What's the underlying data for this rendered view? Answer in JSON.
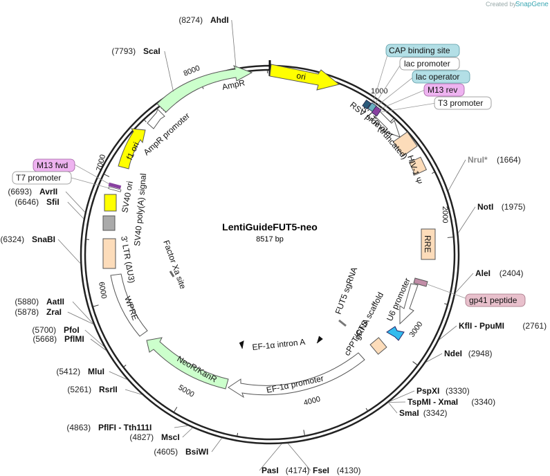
{
  "plasmid": {
    "name": "LentiGuideFUT5-neo",
    "size": "8517 bp"
  },
  "credit": {
    "prefix": "Created by",
    "brand": "SnapGene"
  },
  "ticks": [
    "1000",
    "2000",
    "3000",
    "4000",
    "5000",
    "6000",
    "7000",
    "8000"
  ],
  "sites": [
    {
      "pos": "(8274)",
      "name": "AhdI"
    },
    {
      "pos": "(7793)",
      "name": "ScaI"
    },
    {
      "pos": "(1664)",
      "name": "NruI*"
    },
    {
      "pos": "(1975)",
      "name": "NotI"
    },
    {
      "pos": "(2404)",
      "name": "AleI"
    },
    {
      "pos": "(2761)",
      "name": "KflI - PpuMI"
    },
    {
      "pos": "(2948)",
      "name": "NdeI"
    },
    {
      "pos": "(3330)",
      "name": "PspXI"
    },
    {
      "pos": "(3340)",
      "name": "TspMI - XmaI"
    },
    {
      "pos": "(3342)",
      "name": "SmaI"
    },
    {
      "pos": "(4130)",
      "name": "FseI"
    },
    {
      "pos": "(4174)",
      "name": "PasI"
    },
    {
      "pos": "(4605)",
      "name": "BsiWI"
    },
    {
      "pos": "(4827)",
      "name": "MscI"
    },
    {
      "pos": "(4863)",
      "name": "PflFI - Tth111I"
    },
    {
      "pos": "(5261)",
      "name": "RsrII"
    },
    {
      "pos": "(5412)",
      "name": "MluI"
    },
    {
      "pos": "(5668)",
      "name": "PflMI"
    },
    {
      "pos": "(5700)",
      "name": "PfoI"
    },
    {
      "pos": "(5878)",
      "name": "ZraI"
    },
    {
      "pos": "(5880)",
      "name": "AatII"
    },
    {
      "pos": "(6324)",
      "name": "SnaBI"
    },
    {
      "pos": "(6646)",
      "name": "SfiI"
    },
    {
      "pos": "(6693)",
      "name": "AvrII"
    }
  ],
  "boxed_labels": {
    "cap": "CAP binding site",
    "lac_promoter": "lac promoter",
    "lac_operator": "lac operator",
    "m13_rev": "M13 rev",
    "t3": "T3 promoter",
    "gp41": "gp41 peptide",
    "m13_fwd": "M13 fwd",
    "t7": "T7 promoter"
  },
  "features": {
    "ori": "ori",
    "ampr": "AmpR",
    "ampr_promoter": "AmpR promoter",
    "f1_ori": "f1 ori",
    "rsv_promoter": "RSV promoter",
    "ltr5": "5' LTR (truncated)",
    "hiv_psi": "HIV-1 Ψ",
    "rre": "RRE",
    "u6": "U6 promoter",
    "grna": "gRNA scaffold",
    "sgrna": "FUT5 sgRNA",
    "cppt": "cPPT/CTS",
    "ef1a_intron": "EF-1α intron A",
    "ef1a_promoter": "EF-1α promoter",
    "neor": "NeoR/KanR",
    "wpre": "WPRE",
    "ltr3": "3' LTR (ΔU3)",
    "factor_xa": "Factor Xa site",
    "sv40_polya": "SV40 poly(A) signal",
    "sv40_ori": "SV40 ori"
  },
  "colors": {
    "ori": "#ffff00",
    "ampr": "#ccffcc",
    "ampr_promoter": "#ffffff",
    "f1_ori": "#ffff00",
    "ltr": "#fcdcba",
    "hiv_psi": "#fcdcba",
    "rre": "#fcdcba",
    "u6": "#ffffff",
    "grna": "#33bbee",
    "cppt": "#fcdcba",
    "neor": "#ccffcc",
    "wpre": "#ffffff",
    "sv40_ori": "#ffff00",
    "sv40_polya": "#aaaaaa",
    "gp41": "#e8c0cc",
    "cap_box": "#b3dfe6",
    "lac_operator_box": "#b3dfe6",
    "m13_box": "#eeb3f0"
  }
}
